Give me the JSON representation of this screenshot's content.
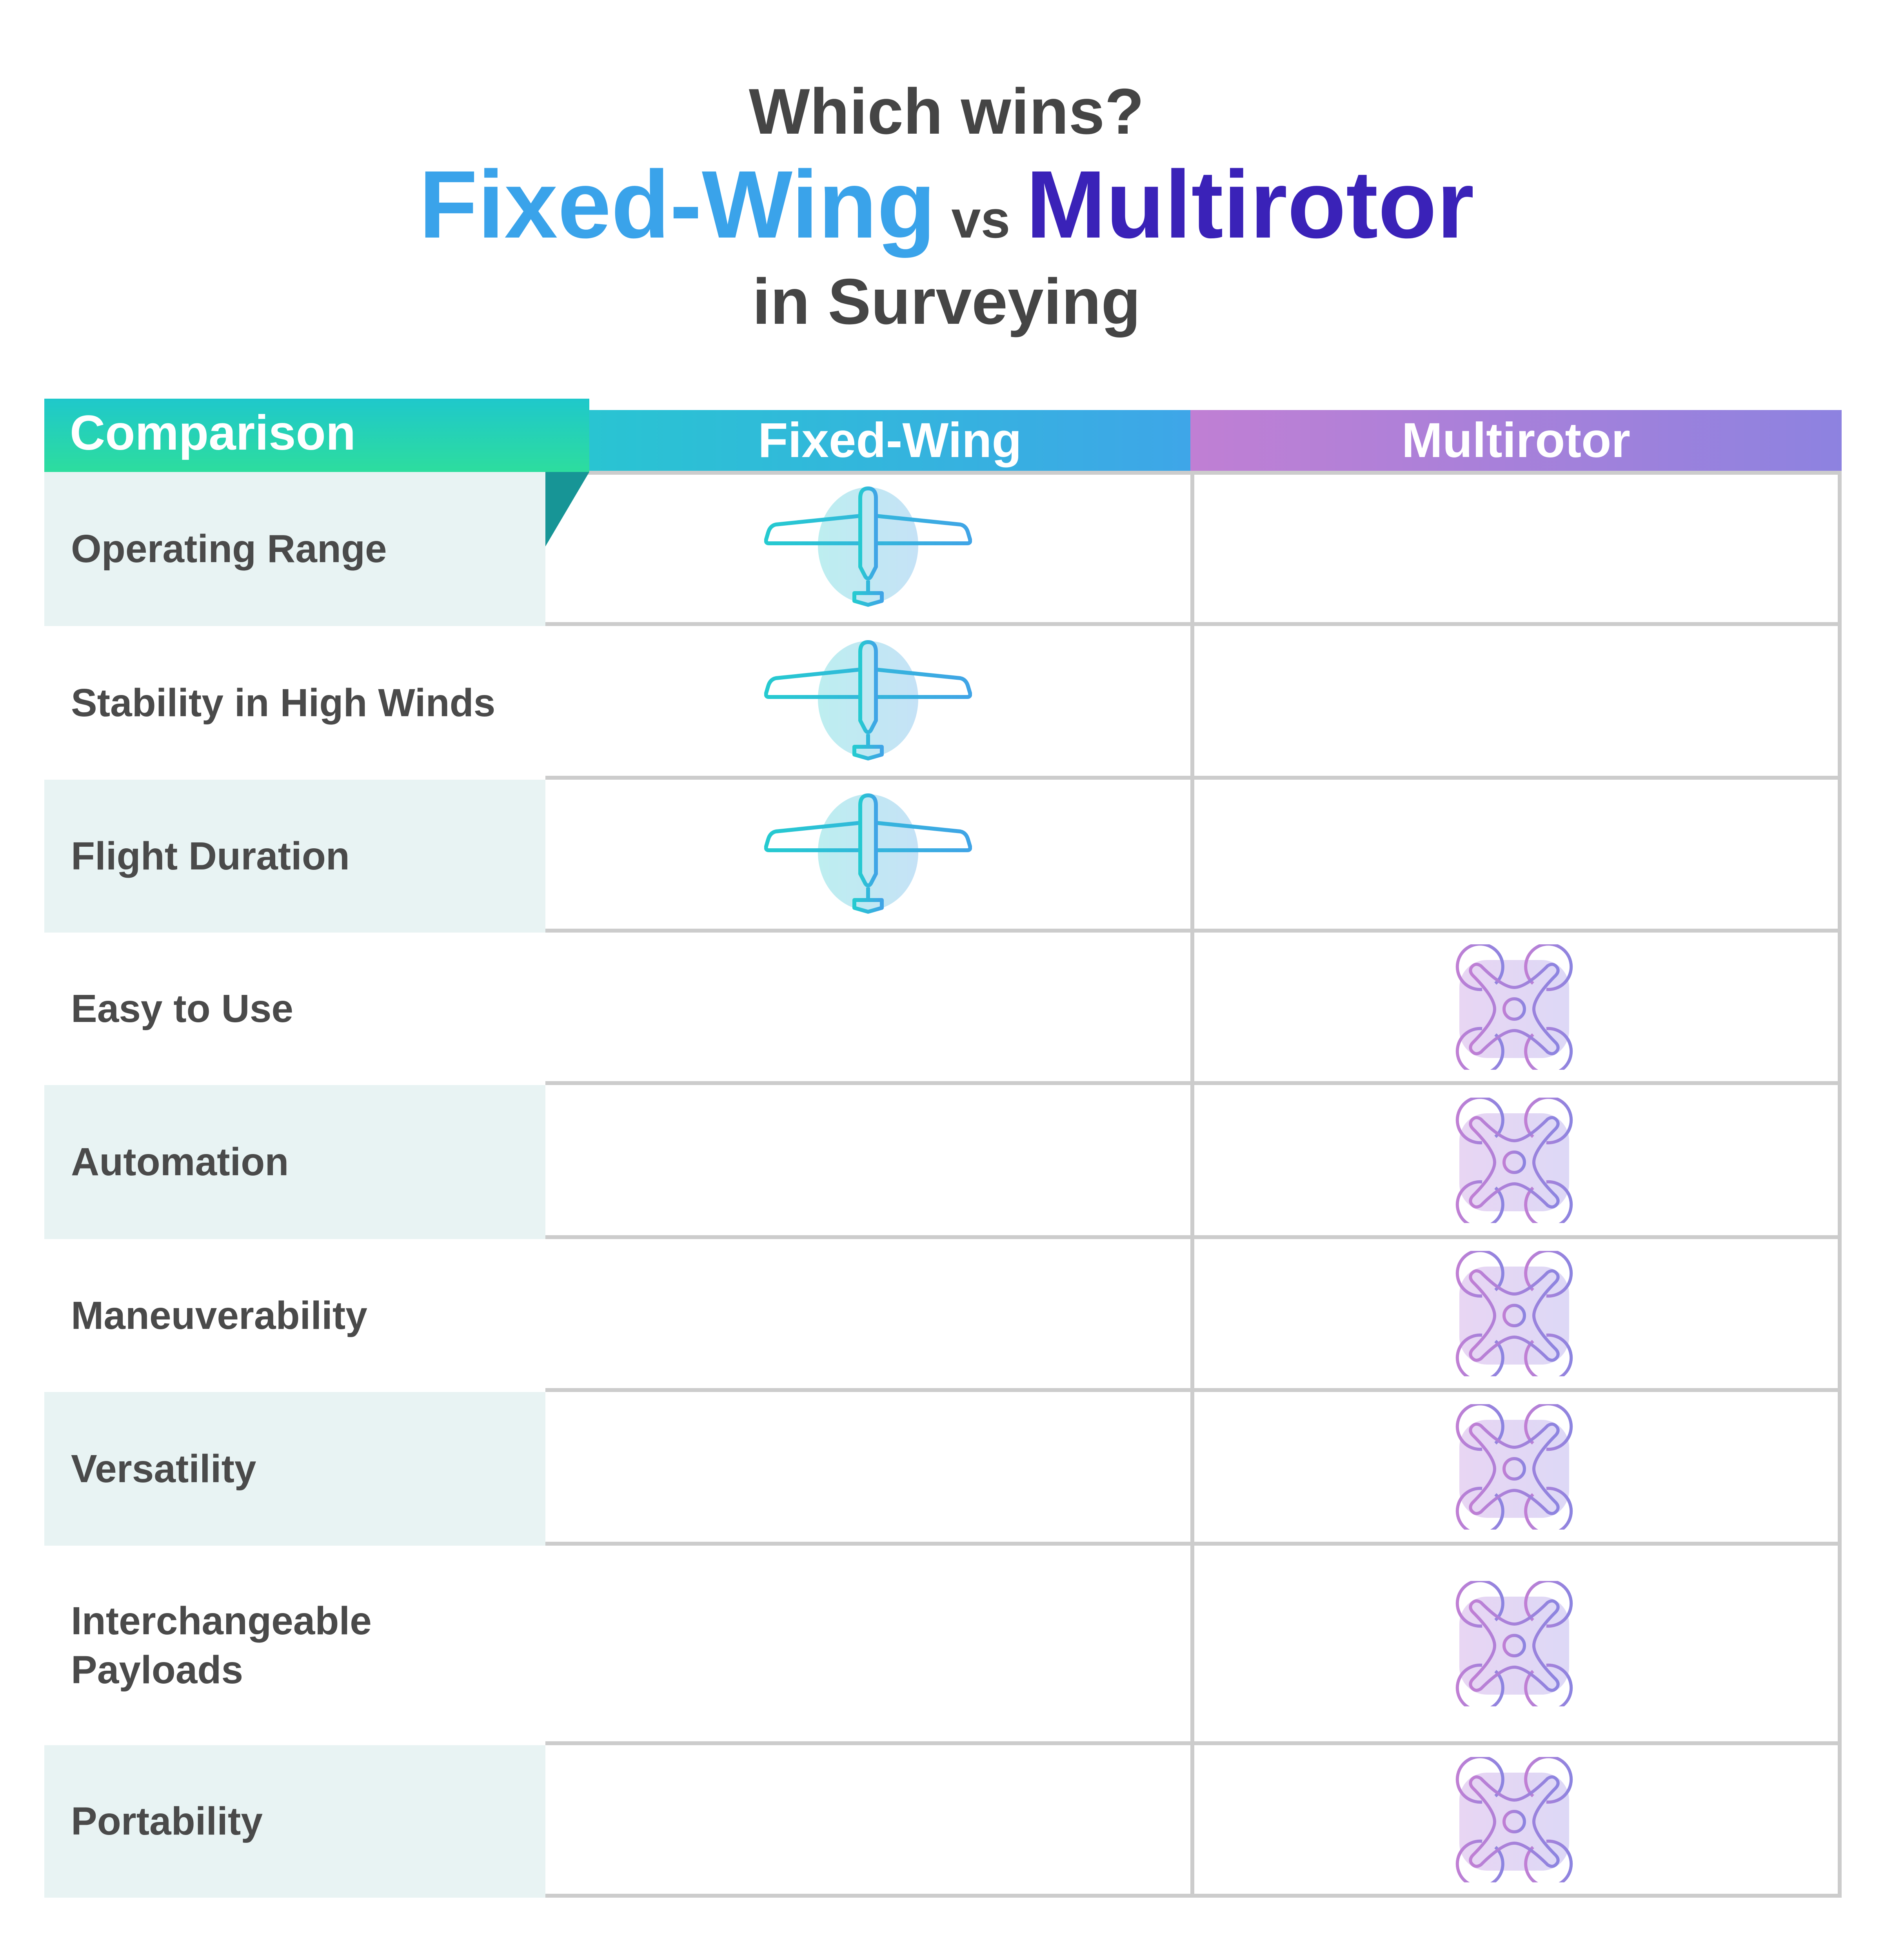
{
  "title": {
    "line1": "Which wins?",
    "option_a": "Fixed-Wing",
    "vs": "vs",
    "option_b": "Multirotor",
    "line3": "in Surveying"
  },
  "colors": {
    "fixed_wing": "#3aa3ea",
    "multirotor": "#3a22b8",
    "text": "#454545"
  },
  "table": {
    "headers": {
      "comparison": "Comparison",
      "fixed_wing": "Fixed-Wing",
      "multirotor": "Multirotor"
    },
    "rows": [
      {
        "label": "Operating Range",
        "winner": "fixed-wing",
        "icon": "airplane-icon"
      },
      {
        "label": "Stability in High Winds",
        "winner": "fixed-wing",
        "icon": "airplane-icon"
      },
      {
        "label": "Flight Duration",
        "winner": "fixed-wing",
        "icon": "airplane-icon"
      },
      {
        "label": "Easy to Use",
        "winner": "multirotor",
        "icon": "quadcopter-icon"
      },
      {
        "label": "Automation",
        "winner": "multirotor",
        "icon": "quadcopter-icon"
      },
      {
        "label": "Maneuverability",
        "winner": "multirotor",
        "icon": "quadcopter-icon"
      },
      {
        "label": "Versatility",
        "winner": "multirotor",
        "icon": "quadcopter-icon"
      },
      {
        "label": "Interchangeable Payloads",
        "winner": "multirotor",
        "icon": "quadcopter-icon"
      },
      {
        "label": "Portability",
        "winner": "multirotor",
        "icon": "quadcopter-icon"
      }
    ]
  }
}
